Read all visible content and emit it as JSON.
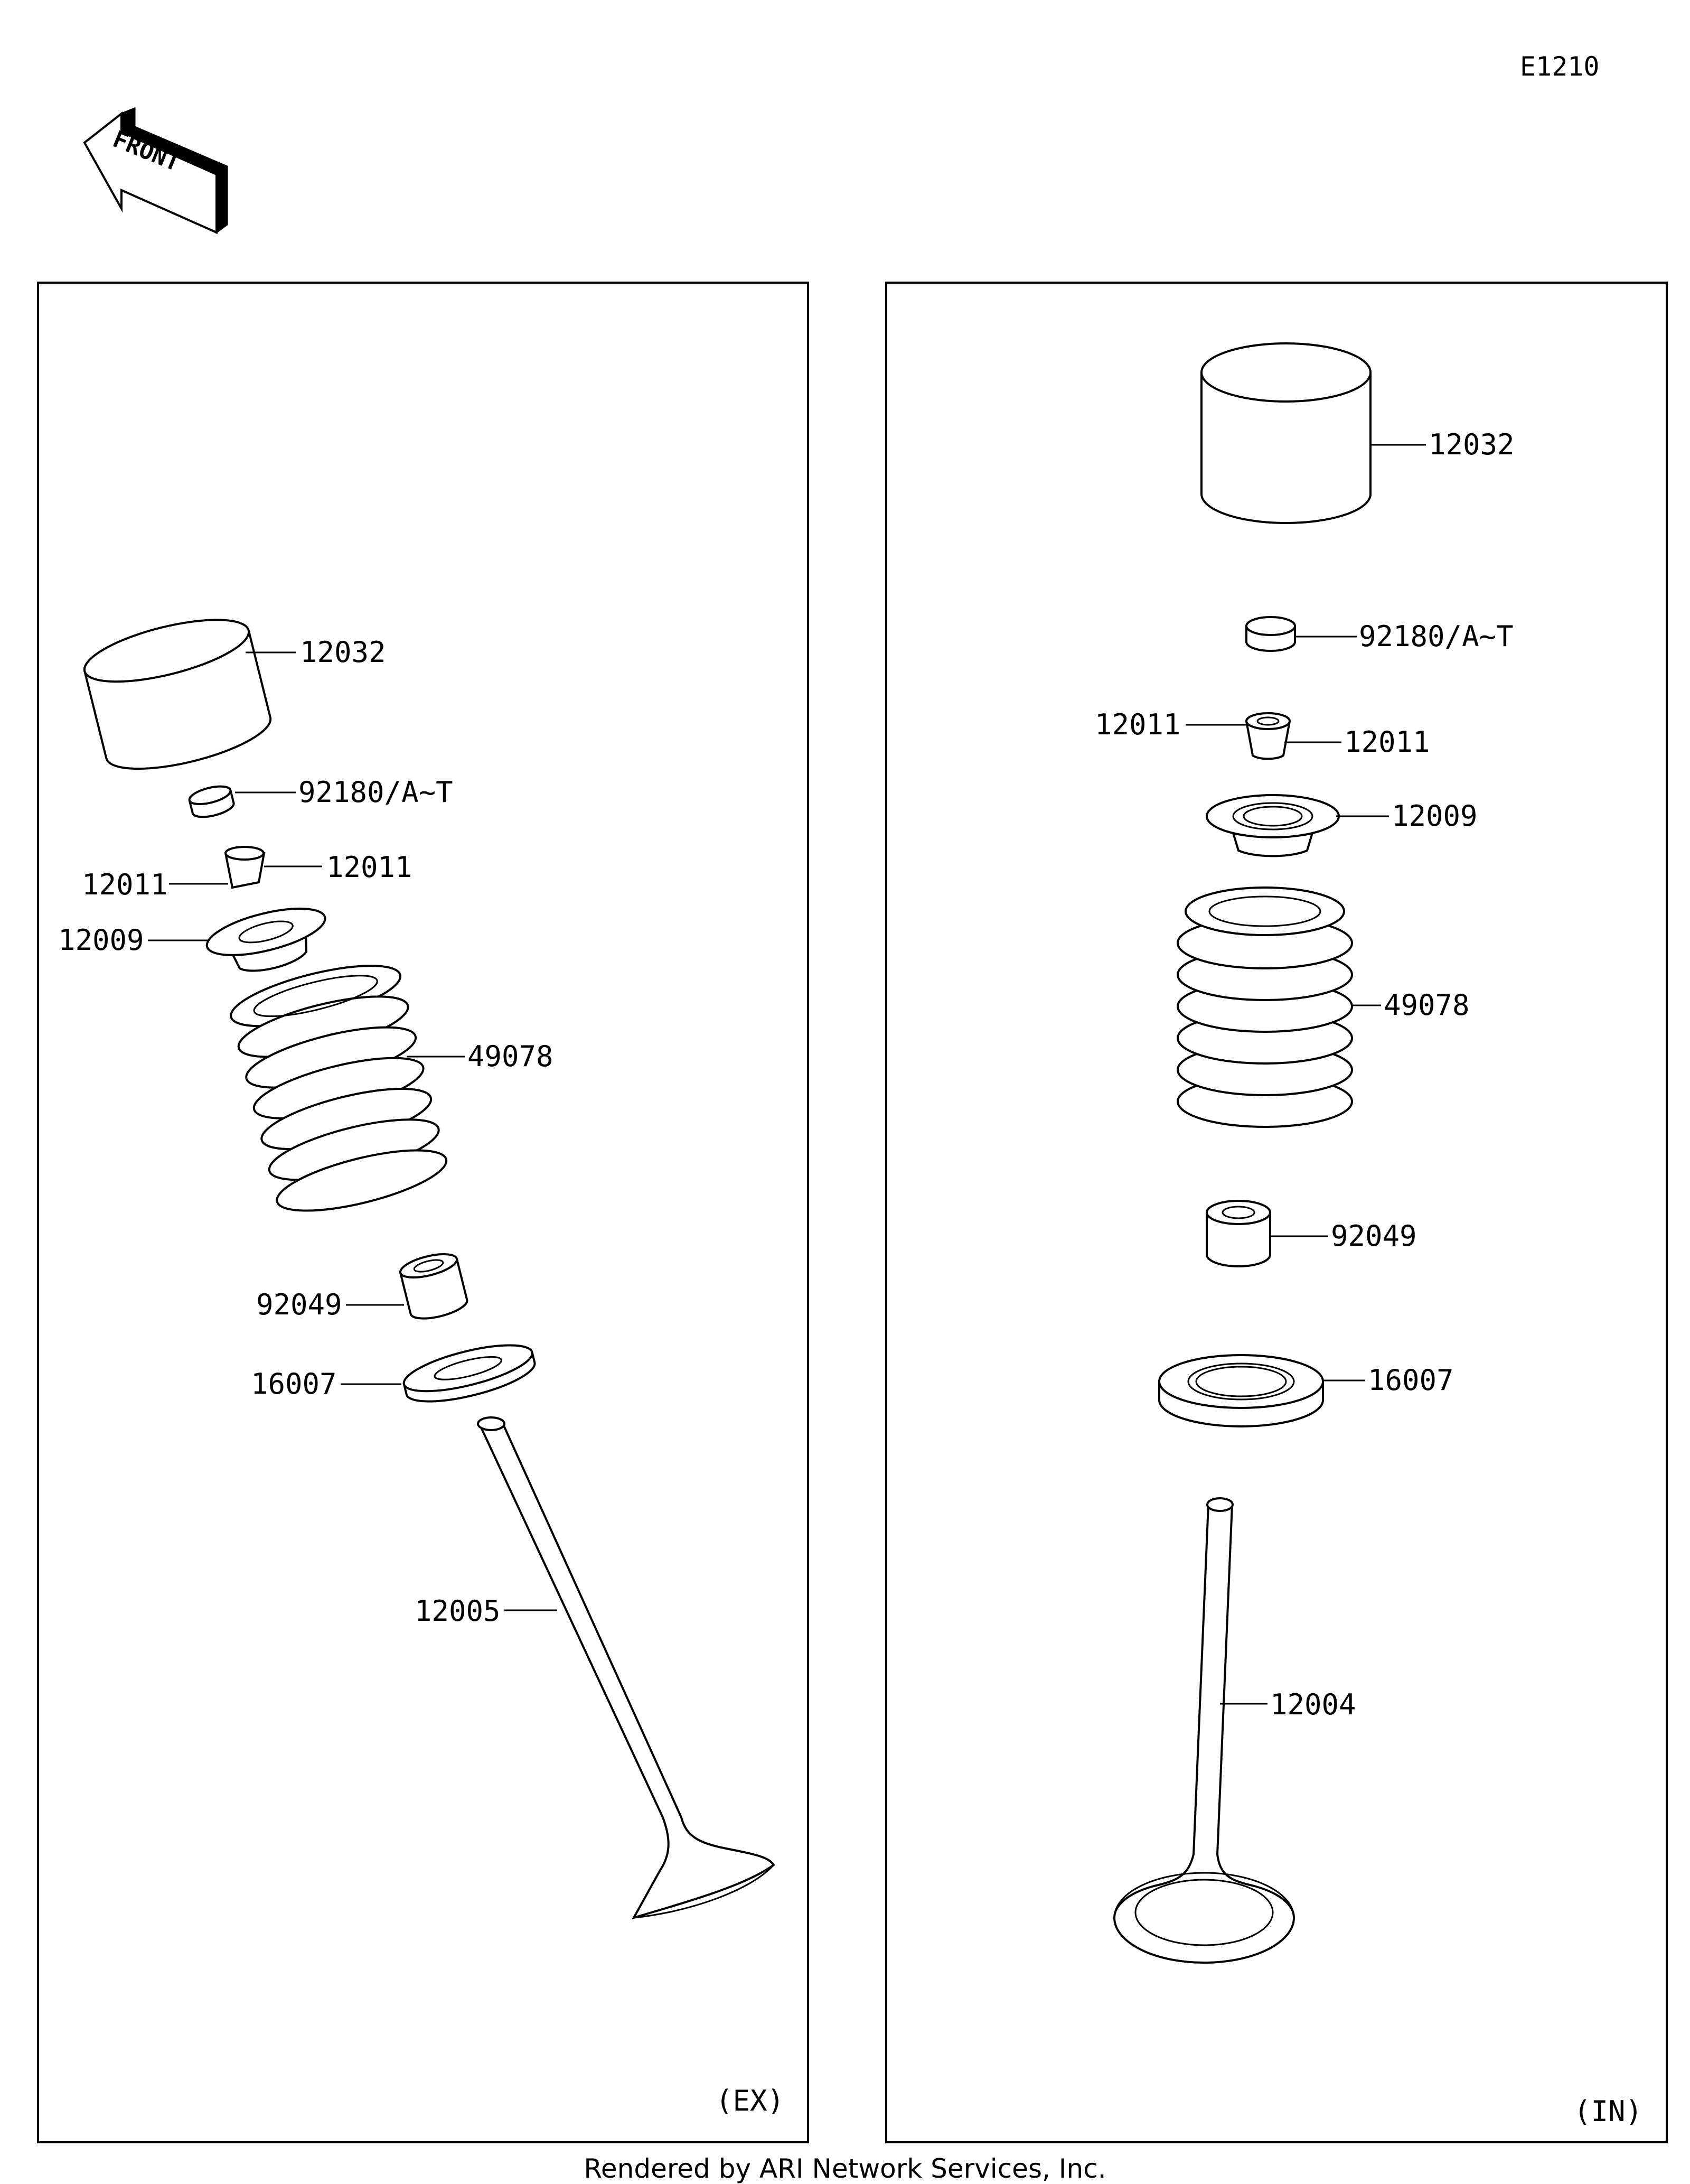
{
  "diagram_code": "E1210",
  "front_label": "FRONT",
  "footer": "Rendered by ARI Network Services, Inc.",
  "panels": {
    "exhaust": {
      "tag": "(EX)",
      "labels": {
        "p12032": "12032",
        "p92180": "92180/A~T",
        "p12011a": "12011",
        "p12011b": "12011",
        "p12009": "12009",
        "p49078": "49078",
        "p92049": "92049",
        "p16007": "16007",
        "p12005": "12005"
      }
    },
    "intake": {
      "tag": "(IN)",
      "labels": {
        "p12032": "12032",
        "p92180": "92180/A~T",
        "p12011a": "12011",
        "p12011b": "12011",
        "p12009": "12009",
        "p49078": "49078",
        "p92049": "92049",
        "p16007": "16007",
        "p12004": "12004"
      }
    }
  }
}
